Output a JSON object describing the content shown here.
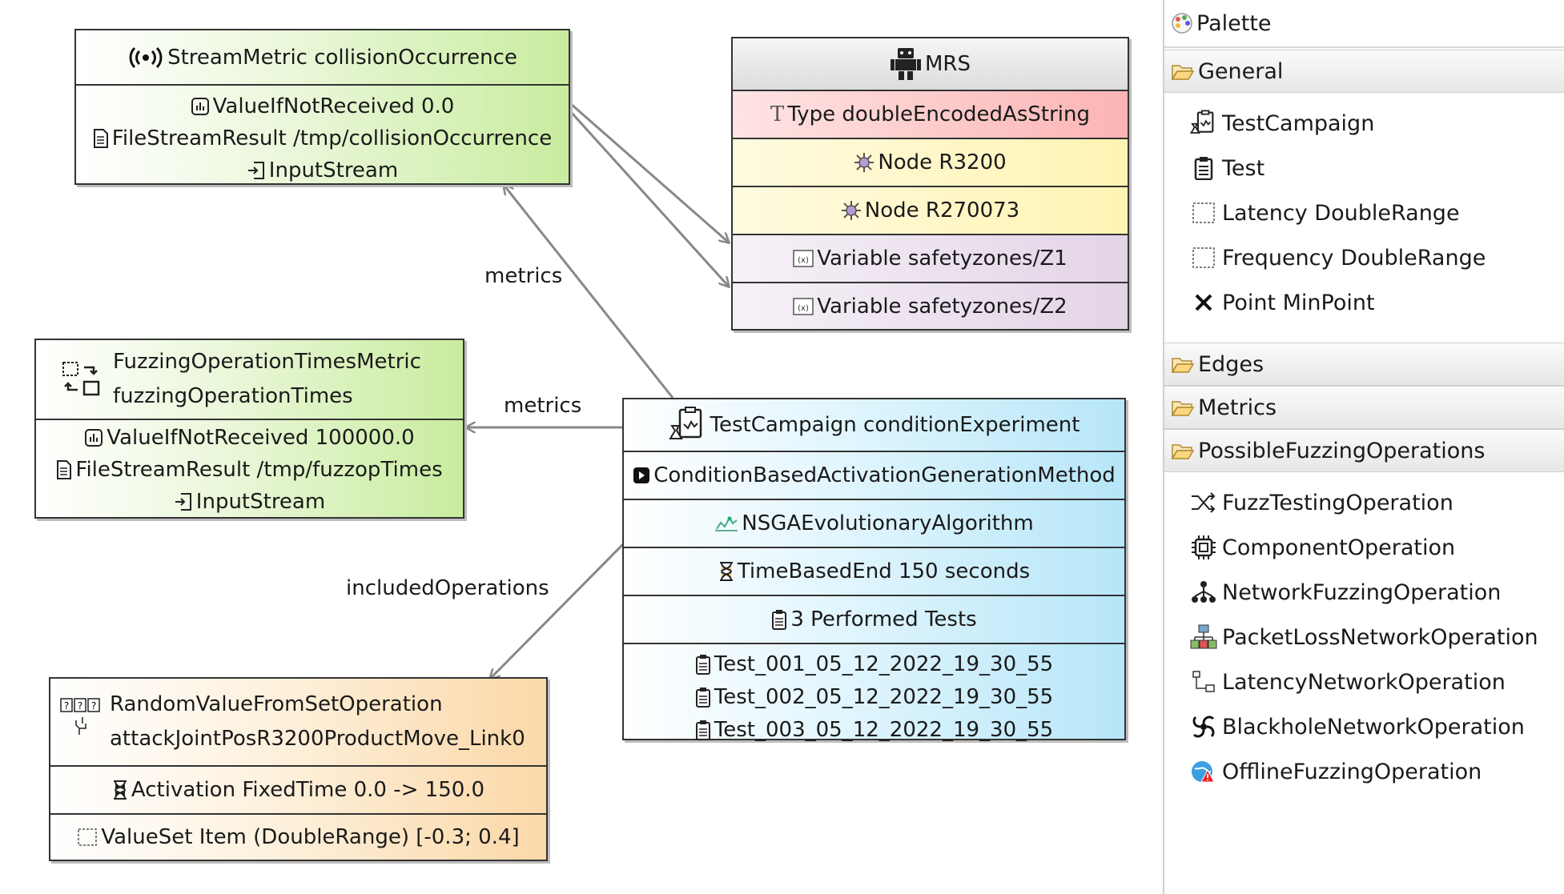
{
  "diagram": {
    "stream_metric": {
      "title": "StreamMetric collisionOccurrence",
      "value_if_not_received": "ValueIfNotReceived 0.0",
      "file_stream_result": "FileStreamResult /tmp/collisionOccurrence",
      "input_stream": "InputStream"
    },
    "mrs": {
      "title": "MRS",
      "type": "Type doubleEncodedAsString",
      "nodes": [
        "Node R3200",
        "Node R270073"
      ],
      "variables": [
        "Variable safetyzones/Z1",
        "Variable safetyzones/Z2"
      ]
    },
    "fuzz_metric": {
      "title_line1": "FuzzingOperationTimesMetric",
      "title_line2": "fuzzingOperationTimes",
      "value_if_not_received": "ValueIfNotReceived 100000.0",
      "file_stream_result": "FileStreamResult /tmp/fuzzopTimes",
      "input_stream": "InputStream"
    },
    "test_campaign": {
      "title": "TestCampaign conditionExperiment",
      "generation_method": "ConditionBasedActivationGenerationMethod",
      "algorithm": "NSGAEvolutionaryAlgorithm",
      "end": "TimeBasedEnd 150 seconds",
      "performed": "3 Performed Tests",
      "tests": [
        "Test_001_05_12_2022_19_30_55",
        "Test_002_05_12_2022_19_30_55",
        "Test_003_05_12_2022_19_30_55"
      ]
    },
    "random_op": {
      "title_line1": "RandomValueFromSetOperation",
      "title_line2": "attackJointPosR3200ProductMove_Link0",
      "activation": "Activation FixedTime 0.0 -> 150.0",
      "value_set": "ValueSet Item (DoubleRange) [-0.3; 0.4]"
    },
    "edge_labels": {
      "metrics_top": "metrics",
      "metrics_left": "metrics",
      "included": "includedOperations"
    }
  },
  "palette": {
    "title": "Palette",
    "drawers": {
      "general": "General",
      "edges": "Edges",
      "metrics": "Metrics",
      "possible": "PossibleFuzzingOperations"
    },
    "general_tools": [
      "TestCampaign",
      "Test",
      "Latency DoubleRange",
      "Frequency DoubleRange",
      "Point MinPoint"
    ],
    "fuzz_tools": [
      "FuzzTestingOperation",
      "ComponentOperation",
      "NetworkFuzzingOperation",
      "PacketLossNetworkOperation",
      "LatencyNetworkOperation",
      "BlackholeNetworkOperation",
      "OfflineFuzzingOperation"
    ]
  }
}
